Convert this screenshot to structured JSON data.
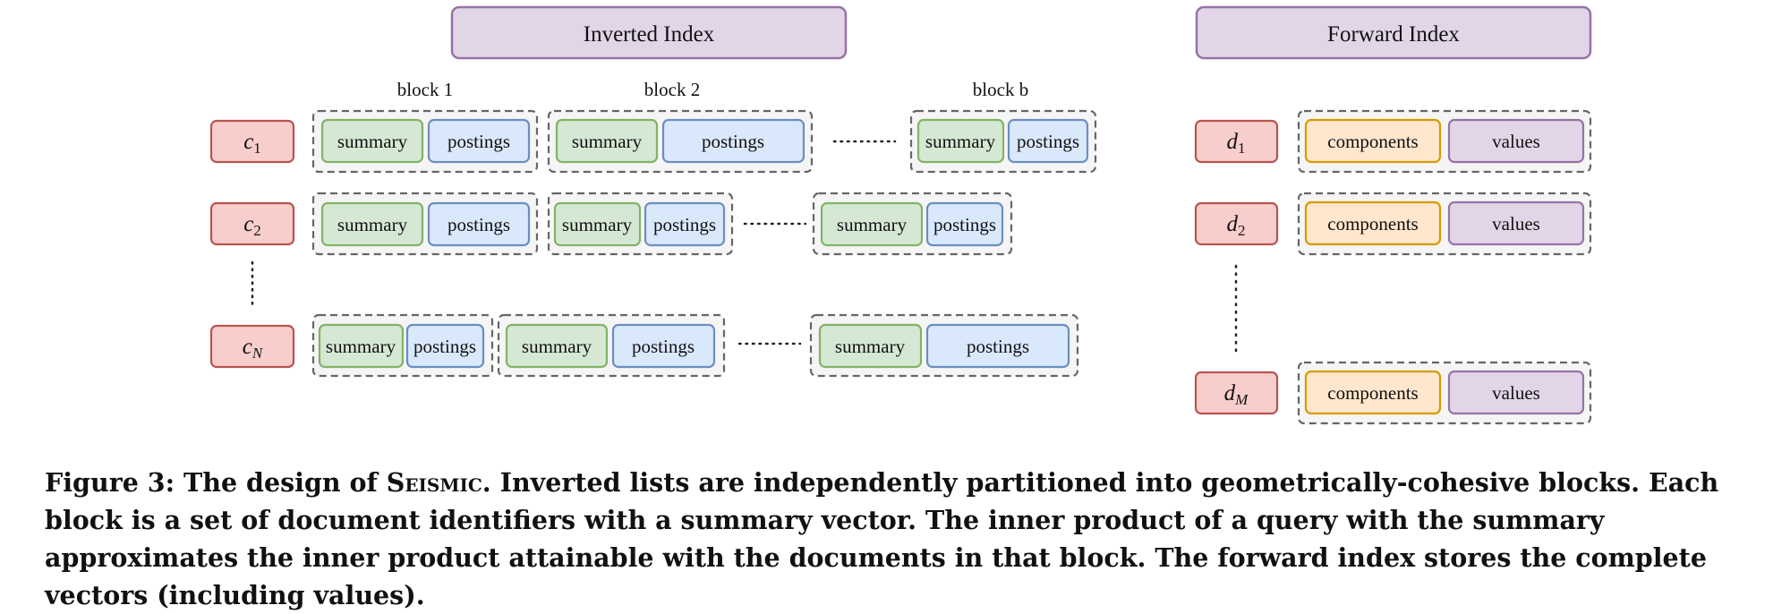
{
  "diagram": {
    "inverted_index": {
      "title": "Inverted Index",
      "block_headers": [
        "block 1",
        "block 2",
        "block b"
      ],
      "rows": [
        {
          "label": "c",
          "sub": "1",
          "blocks": [
            {
              "a": "summary",
              "b": "postings"
            },
            {
              "a": "summary",
              "b": "postings"
            },
            {
              "a": "summary",
              "b": "postings"
            }
          ]
        },
        {
          "label": "c",
          "sub": "2",
          "blocks": [
            {
              "a": "summary",
              "b": "postings"
            },
            {
              "a": "summary",
              "b": "postings"
            },
            {
              "a": "summary",
              "b": "postings"
            }
          ]
        },
        {
          "label": "c",
          "sub": "N",
          "blocks": [
            {
              "a": "summary",
              "b": "postings"
            },
            {
              "a": "summary",
              "b": "postings"
            },
            {
              "a": "summary",
              "b": "postings"
            }
          ]
        }
      ]
    },
    "forward_index": {
      "title": "Forward Index",
      "rows": [
        {
          "label": "d",
          "sub": "1",
          "a": "components",
          "b": "values"
        },
        {
          "label": "d",
          "sub": "2",
          "a": "components",
          "b": "values"
        },
        {
          "label": "d",
          "sub": "M",
          "a": "components",
          "b": "values"
        }
      ]
    },
    "colors": {
      "title_fill": "#e1d5e7",
      "title_stroke": "#9673a6",
      "label_fill": "#f8cecc",
      "label_stroke": "#b85450",
      "summary_fill": "#d5e8d4",
      "summary_stroke": "#82b366",
      "postings_fill": "#dae8fc",
      "postings_stroke": "#6c8ebf",
      "components_fill": "#ffe6cc",
      "components_stroke": "#d79b00",
      "values_fill": "#e1d5e7",
      "values_stroke": "#9673a6",
      "group_fill": "#f5f5f5",
      "group_stroke": "#666666"
    }
  },
  "caption": {
    "prefix": "Figure 3: The design of ",
    "system": "Seismic",
    "rest": ". Inverted lists are independently partitioned into geometrically-cohesive blocks. Each block is a set of document identifiers with a summary vector. The inner product of a query with the summary approximates the inner product attainable with the documents in that block. The forward index stores the complete vectors (including values)."
  }
}
